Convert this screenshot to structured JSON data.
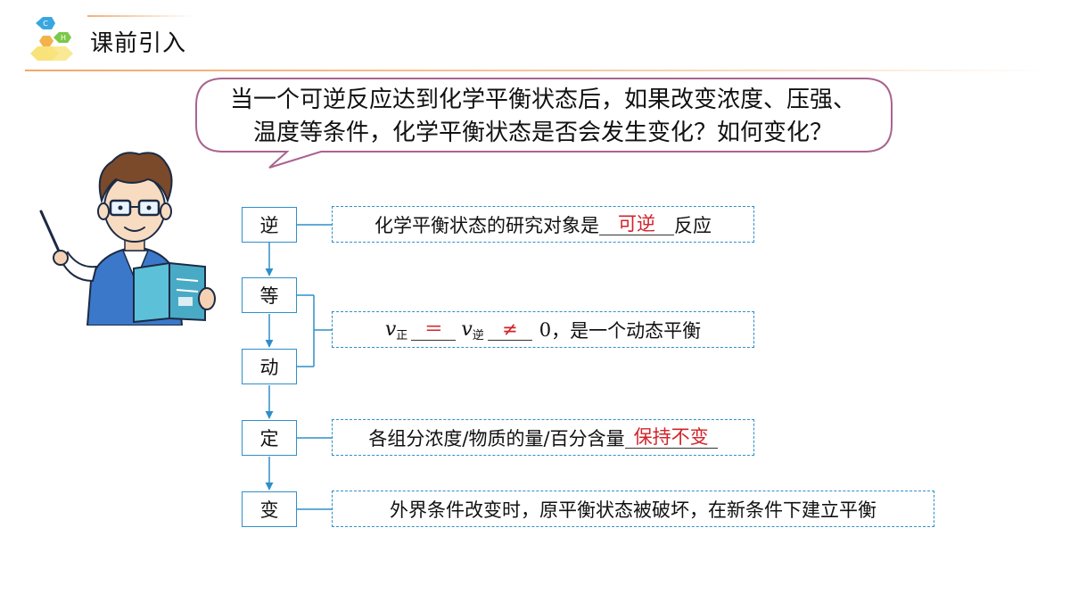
{
  "header": {
    "title": "课前引入",
    "logo_letters": [
      "C",
      "H"
    ]
  },
  "speech": {
    "line1": "当一个可逆反应达到化学平衡状态后，如果改变浓度、压强、",
    "line2": "温度等条件，化学平衡状态是否会发生变化？如何变化？"
  },
  "diagram": {
    "nodes": [
      "逆",
      "等",
      "动",
      "定",
      "变"
    ],
    "box1": {
      "prefix": "化学平衡状态的研究对象是",
      "answer": "可逆",
      "suffix": "反应"
    },
    "box2": {
      "v": "v",
      "sub_forward": "正",
      "answer1": "＝",
      "sub_reverse": "逆",
      "answer2": "≠",
      "zero": "0",
      "suffix": "，是一个动态平衡"
    },
    "box3": {
      "prefix": "各组分浓度/物质的量/百分含量",
      "answer": "保持不变"
    },
    "box4": {
      "text": "外界条件改变时，原平衡状态被破坏，在新条件下建立平衡"
    }
  },
  "colors": {
    "node_border": "#2f8fc9",
    "answer_red": "#d2232a",
    "bubble_border": "#a9648e",
    "header_accent": "#f2a86a"
  }
}
